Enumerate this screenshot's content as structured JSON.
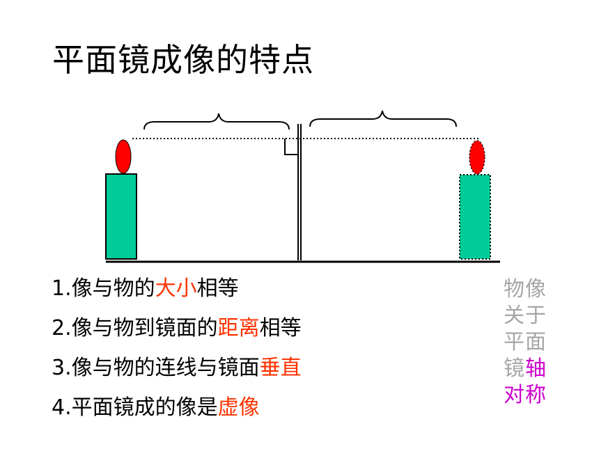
{
  "title": "平面镜成像的特点",
  "colors": {
    "flame": "#ff0000",
    "candle_body": "#00cc99",
    "highlight": "#ff3300",
    "side_gray": "#a6a6a6",
    "side_magenta": "#cc00cc"
  },
  "points": [
    {
      "prefix": "1.像与物的",
      "highlight": "大小",
      "suffix": "相等"
    },
    {
      "prefix": "2.像与物到镜面的",
      "highlight": "距离",
      "suffix": "相等"
    },
    {
      "prefix": "3.像与物的连线与镜面",
      "highlight": "垂直",
      "suffix": ""
    },
    {
      "prefix": "4.平面镜成的像是",
      "highlight": "虚像",
      "suffix": ""
    }
  ],
  "side_note": {
    "line1": "物像",
    "line2": "关于",
    "line3": "平面",
    "line4_gray": "镜",
    "line4_mag": "轴",
    "line5": "对称"
  }
}
